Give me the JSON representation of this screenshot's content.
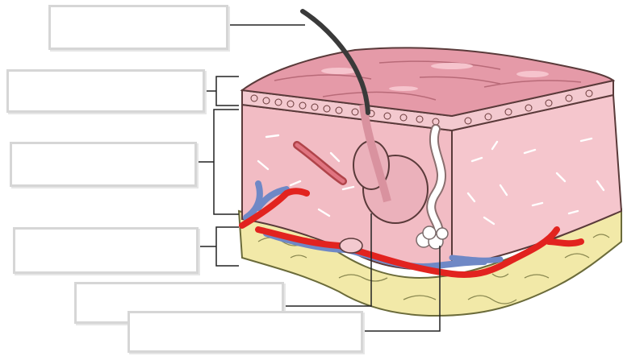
{
  "labels": [
    {
      "id": "hair",
      "text": ""
    },
    {
      "id": "epidermis",
      "text": ""
    },
    {
      "id": "dermis",
      "text": ""
    },
    {
      "id": "subcutaneous",
      "text": ""
    },
    {
      "id": "sebaceous-gland",
      "text": ""
    },
    {
      "id": "sweat-gland",
      "text": ""
    }
  ],
  "colors": {
    "epidermis_top": "#e59aa8",
    "epidermis_highlight": "#f6c4cd",
    "dermis": "#f2bcc4",
    "fat": "#f2e9a8",
    "artery": "#e2231f",
    "vein": "#6f88c6",
    "hair": "#3a3a3a",
    "leader_line": "#222222",
    "label_border": "#d6d6d6"
  }
}
